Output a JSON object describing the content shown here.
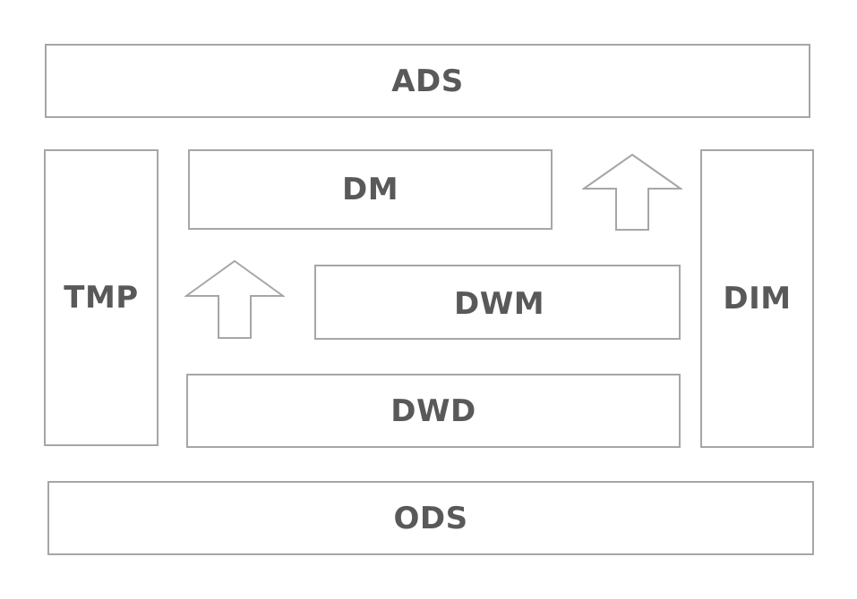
{
  "diagram": {
    "layers": {
      "ads": "ADS",
      "tmp": "TMP",
      "dm": "DM",
      "dwm": "DWM",
      "dwd": "DWD",
      "dim": "DIM",
      "ods": "ODS"
    },
    "colors": {
      "border": "#a6a6a6",
      "text": "#595959",
      "background": "#ffffff"
    },
    "icons": [
      "up-arrow-icon",
      "up-arrow-icon"
    ]
  }
}
